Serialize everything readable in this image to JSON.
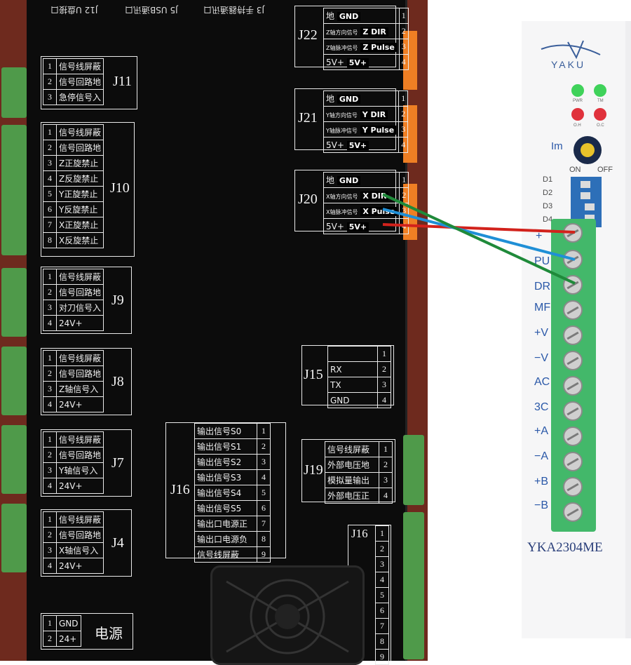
{
  "controller": {
    "top_labels": [
      "J12 U盘接口",
      "J5 USB通讯口",
      "J3 手持器通讯口"
    ],
    "j22": {
      "label": "J22",
      "rows": [
        {
          "name": "地",
          "ann": "GND",
          "num": "1"
        },
        {
          "name": "Z轴方向信号",
          "ann": "Z DIR",
          "num": "2"
        },
        {
          "name": "Z轴脉冲信号",
          "ann": "Z Pulse",
          "num": "3"
        },
        {
          "name": "5V+",
          "ann": "5V+",
          "num": "4"
        }
      ]
    },
    "j21": {
      "label": "J21",
      "rows": [
        {
          "name": "地",
          "ann": "GND",
          "num": "1"
        },
        {
          "name": "Y轴方向信号",
          "ann": "Y DIR",
          "num": "2"
        },
        {
          "name": "Y轴脉冲信号",
          "ann": "Y Pulse",
          "num": "3"
        },
        {
          "name": "5V+",
          "ann": "5V+",
          "num": "4"
        }
      ]
    },
    "j20": {
      "label": "J20",
      "rows": [
        {
          "name": "地",
          "ann": "GND",
          "num": "1"
        },
        {
          "name": "X轴方向信号",
          "ann": "X DIR",
          "num": "2"
        },
        {
          "name": "X轴脉冲信号",
          "ann": "X Pulse",
          "num": "3"
        },
        {
          "name": "5V+",
          "ann": "5V+",
          "num": "4"
        }
      ]
    },
    "j11": {
      "label": "J11",
      "rows": [
        {
          "num": "1",
          "name": "信号线屏蔽"
        },
        {
          "num": "2",
          "name": "信号回路地"
        },
        {
          "num": "3",
          "name": "急停信号入"
        }
      ]
    },
    "j10": {
      "label": "J10",
      "rows": [
        {
          "num": "1",
          "name": "信号线屏蔽"
        },
        {
          "num": "2",
          "name": "信号回路地"
        },
        {
          "num": "3",
          "name": "Z正旋禁止"
        },
        {
          "num": "4",
          "name": "Z反旋禁止"
        },
        {
          "num": "5",
          "name": "Y正旋禁止"
        },
        {
          "num": "6",
          "name": "Y反旋禁止"
        },
        {
          "num": "7",
          "name": "X正旋禁止"
        },
        {
          "num": "8",
          "name": "X反旋禁止"
        }
      ]
    },
    "j9": {
      "label": "J9",
      "rows": [
        {
          "num": "1",
          "name": "信号线屏蔽"
        },
        {
          "num": "2",
          "name": "信号回路地"
        },
        {
          "num": "3",
          "name": "对刀信号入"
        },
        {
          "num": "4",
          "name": "24V+"
        }
      ]
    },
    "j8": {
      "label": "J8",
      "rows": [
        {
          "num": "1",
          "name": "信号线屏蔽"
        },
        {
          "num": "2",
          "name": "信号回路地"
        },
        {
          "num": "3",
          "name": "Z轴信号入"
        },
        {
          "num": "4",
          "name": "24V+"
        }
      ]
    },
    "j7": {
      "label": "J7",
      "rows": [
        {
          "num": "1",
          "name": "信号线屏蔽"
        },
        {
          "num": "2",
          "name": "信号回路地"
        },
        {
          "num": "3",
          "name": "Y轴信号入"
        },
        {
          "num": "4",
          "name": "24V+"
        }
      ]
    },
    "j4": {
      "label": "J4",
      "rows": [
        {
          "num": "1",
          "name": "信号线屏蔽"
        },
        {
          "num": "2",
          "name": "信号回路地"
        },
        {
          "num": "3",
          "name": "X轴信号入"
        },
        {
          "num": "4",
          "name": "24V+"
        }
      ]
    },
    "power": {
      "label": "电源",
      "rows": [
        {
          "num": "1",
          "name": "GND"
        },
        {
          "num": "2",
          "name": "24+"
        }
      ]
    },
    "j15": {
      "label": "J15",
      "rows": [
        {
          "name": "",
          "num": "1"
        },
        {
          "name": "RX",
          "num": "2"
        },
        {
          "name": "TX",
          "num": "3"
        },
        {
          "name": "GND",
          "num": "4"
        }
      ]
    },
    "j19": {
      "label": "J19",
      "rows": [
        {
          "name": "信号线屏蔽",
          "num": "1"
        },
        {
          "name": "外部电压地",
          "num": "2"
        },
        {
          "name": "模拟量输出",
          "num": "3"
        },
        {
          "name": "外部电压正",
          "num": "4"
        }
      ]
    },
    "j16": {
      "label": "J16",
      "rows": [
        {
          "name": "输出信号S0",
          "num": "1"
        },
        {
          "name": "输出信号S1",
          "num": "2"
        },
        {
          "name": "输出信号S2",
          "num": "3"
        },
        {
          "name": "输出信号S3",
          "num": "4"
        },
        {
          "name": "输出信号S4",
          "num": "5"
        },
        {
          "name": "输出信号S5",
          "num": "6"
        },
        {
          "name": "输出口电源正",
          "num": "7"
        },
        {
          "name": "输出口电源负",
          "num": "8"
        },
        {
          "name": "信号线屏蔽",
          "num": "9"
        }
      ]
    },
    "j16b": {
      "label": "J16",
      "nums": [
        "1",
        "2",
        "3",
        "4",
        "5",
        "6",
        "7",
        "8",
        "9"
      ]
    }
  },
  "driver": {
    "brand": "YAKU",
    "led_labels": [
      "PWR",
      "TM",
      "O.H",
      "O.C"
    ],
    "knob_label": "Im",
    "switch_on": "ON",
    "switch_off": "OFF",
    "dip_labels": [
      "D1",
      "D2",
      "D3",
      "D4"
    ],
    "terminal_labels": [
      "+",
      "PU",
      "DR",
      "MF",
      "+V",
      "−V",
      "AC",
      "3C",
      "+A",
      "−A",
      "+B",
      "−B"
    ],
    "model": "YKA2304ME"
  },
  "wire_colors": {
    "red": "#d2221c",
    "blue": "#1f8fd6",
    "green": "#1f8a3a"
  }
}
